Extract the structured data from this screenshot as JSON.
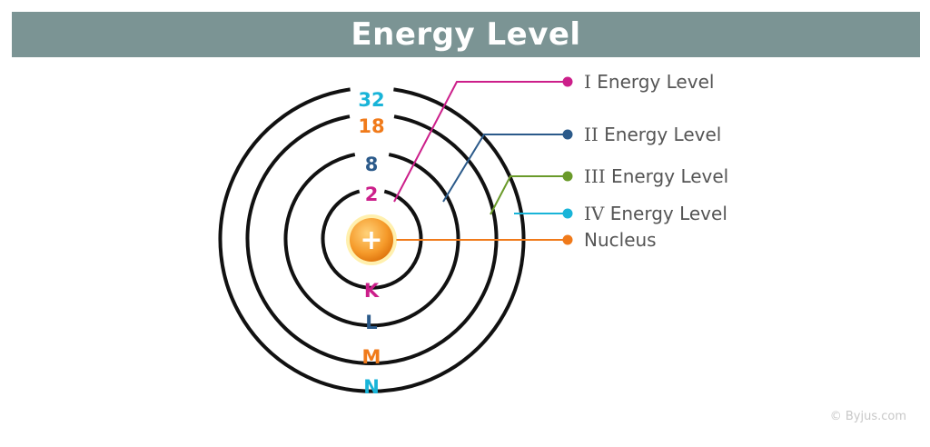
{
  "title": "Energy Level",
  "shells": [
    {
      "letter": "K",
      "capacity": "2",
      "color": "#cc1f8a"
    },
    {
      "letter": "L",
      "capacity": "8",
      "color": "#2b5a8a"
    },
    {
      "letter": "M",
      "capacity": "18",
      "color": "#f07a1a"
    },
    {
      "letter": "N",
      "capacity": "32",
      "color": "#19b4d8"
    }
  ],
  "nucleus": {
    "symbol": "+",
    "color": "#f4a13a"
  },
  "legend": [
    {
      "prefix": "I",
      "text": " Energy Level",
      "color": "#cc1f8a"
    },
    {
      "prefix": "II",
      "text": " Energy Level",
      "color": "#2b5a8a"
    },
    {
      "prefix": "III",
      "text": " Energy Level",
      "color": "#6a9a2a"
    },
    {
      "prefix": "IV",
      "text": " Energy Level",
      "color": "#19b4d8"
    },
    {
      "prefix": "",
      "text": "Nucleus",
      "color": "#f07a1a"
    }
  ],
  "watermark": "© Byjus.com"
}
